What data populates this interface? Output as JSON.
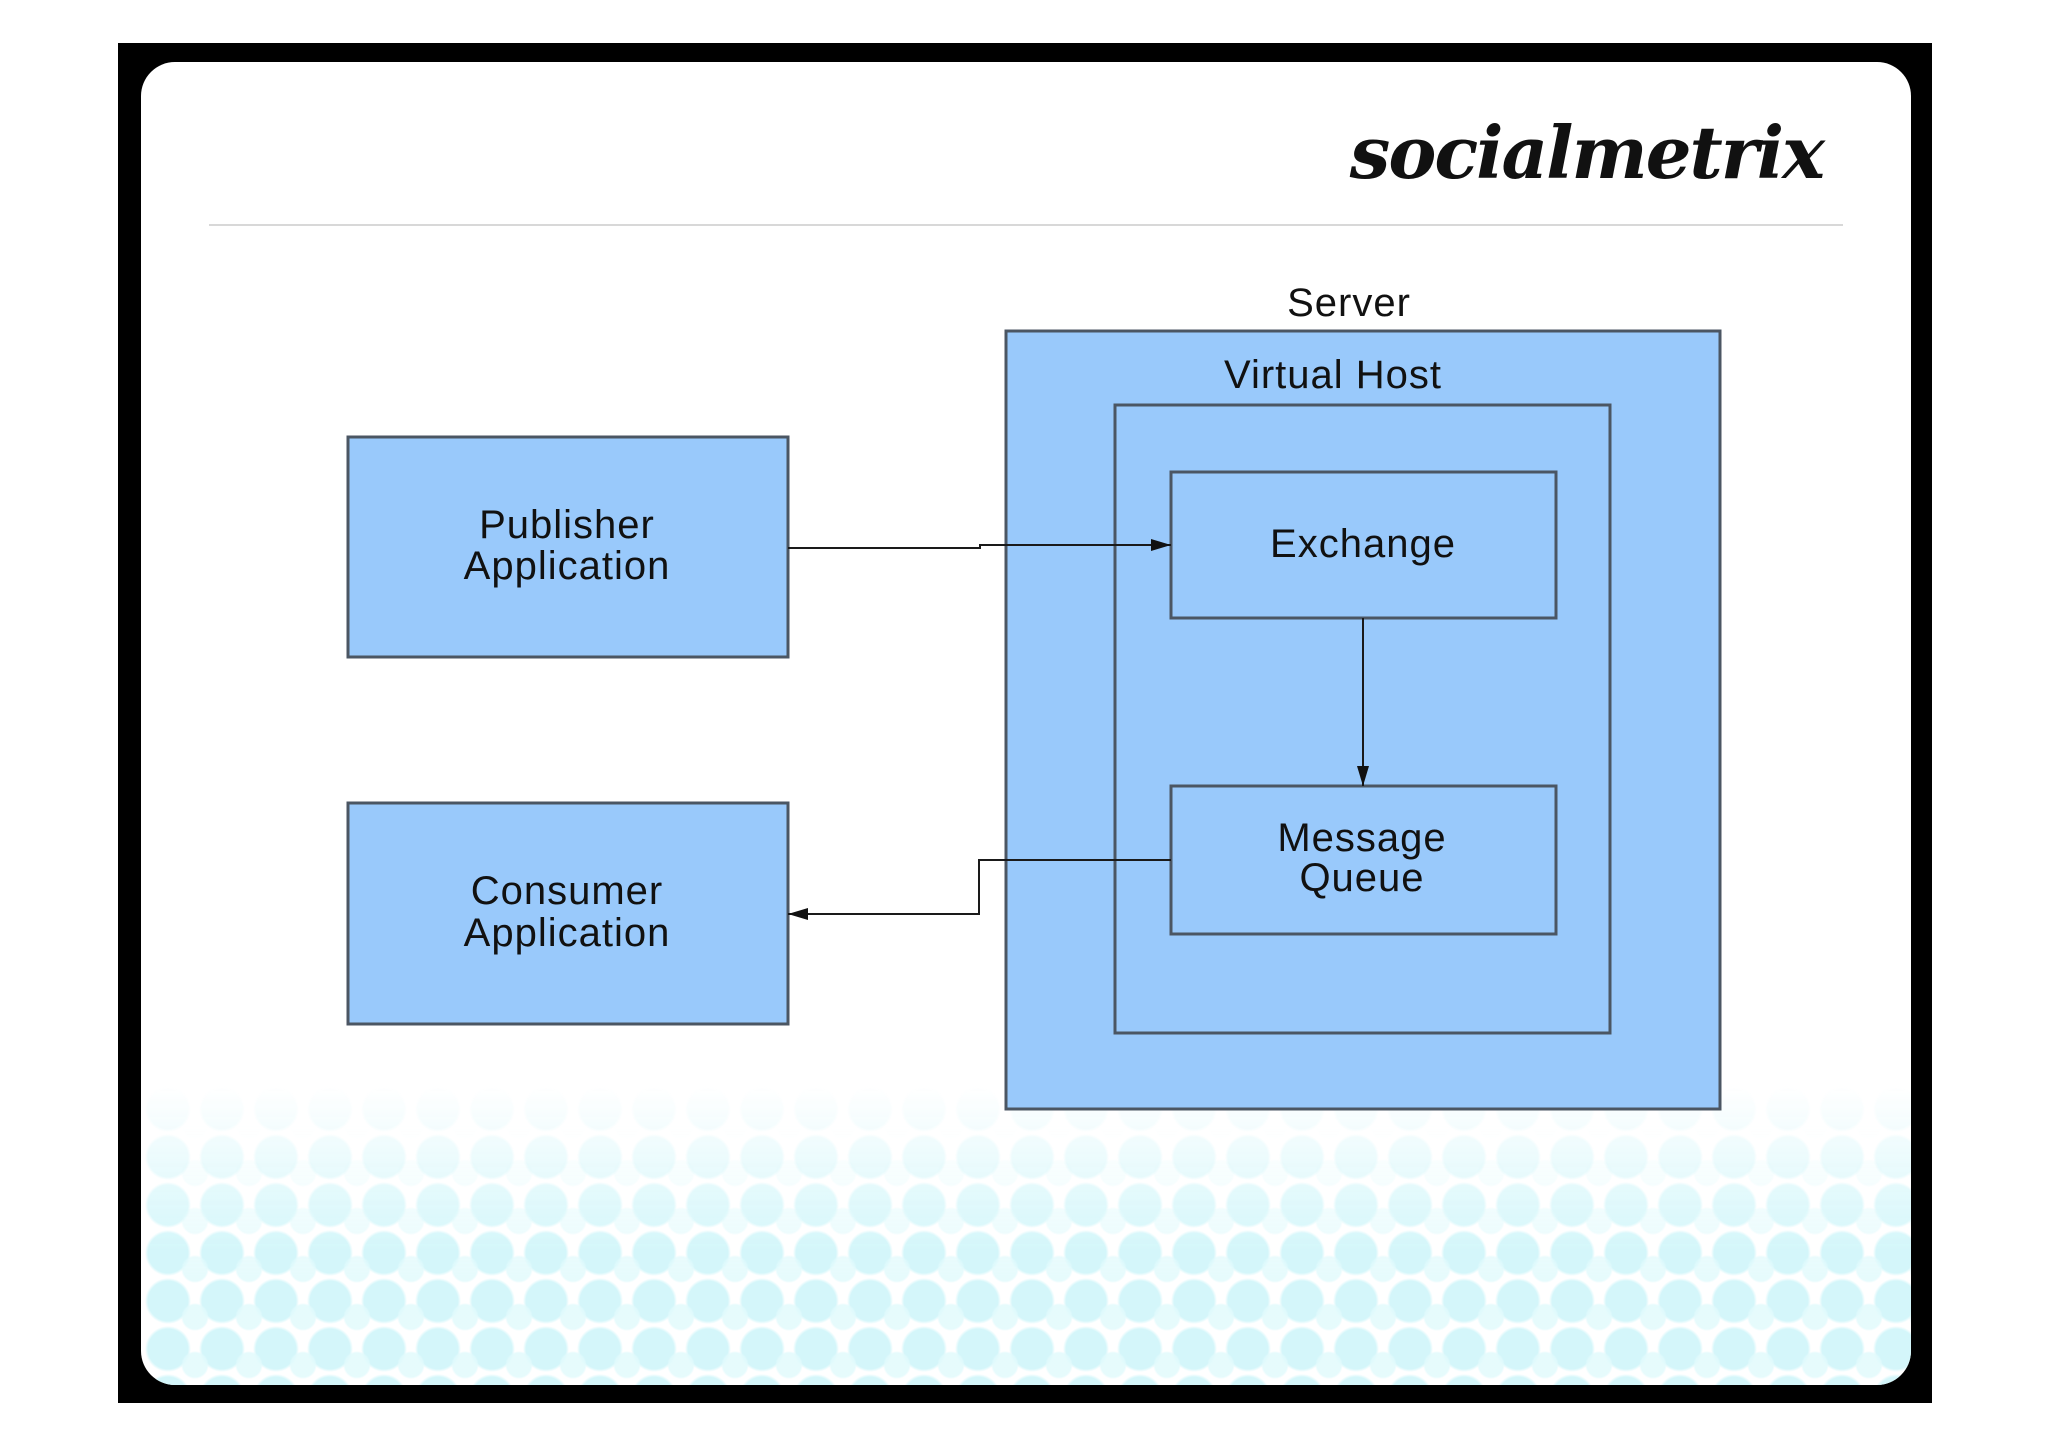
{
  "brand": "socialmetrix",
  "colors": {
    "box_fill": "#99c9fb",
    "box_stroke": "#4b5663",
    "line": "#1a1a1a",
    "frame": "#000000"
  },
  "nodes": {
    "server": "Server",
    "virtual_host": "Virtual Host",
    "publisher": [
      "Publisher",
      "Application"
    ],
    "consumer": [
      "Consumer",
      "Application"
    ],
    "exchange": "Exchange",
    "queue": [
      "Message",
      "Queue"
    ]
  },
  "edges": [
    {
      "from": "Publisher Application",
      "to": "Exchange"
    },
    {
      "from": "Exchange",
      "to": "Message Queue"
    },
    {
      "from": "Message Queue",
      "to": "Consumer Application"
    }
  ]
}
